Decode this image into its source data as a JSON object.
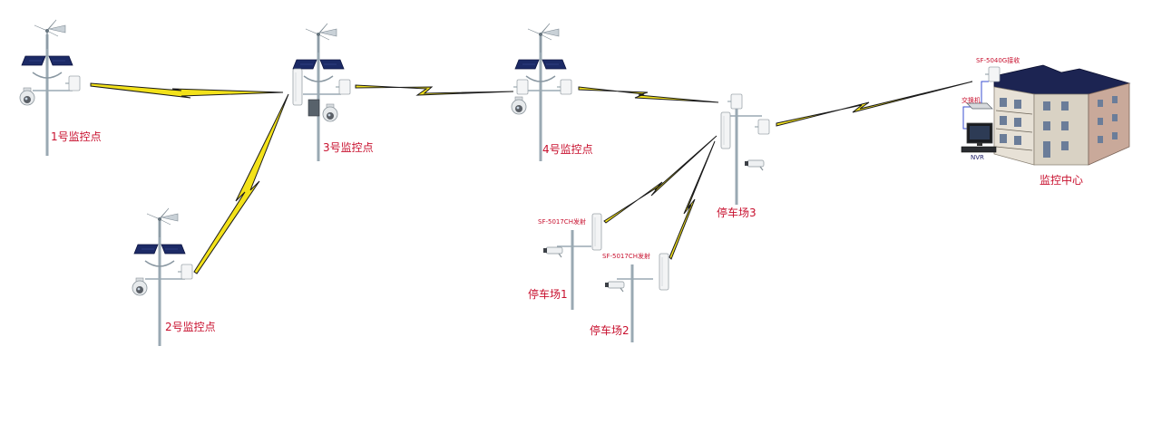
{
  "nodes": {
    "p1": "1号监控点",
    "p2": "2号监控点",
    "p3": "3号监控点",
    "p4": "4号监控点",
    "lot1": "停车场1",
    "lot2": "停车场2",
    "lot3": "停车场3",
    "center": "监控中心"
  },
  "devices": {
    "tx1": "SF-5017CH发射",
    "tx2": "SF-5017CH发射",
    "rx": "SF-5040G接收",
    "switch": "交换机",
    "nvr": "NVR"
  },
  "colors": {
    "link": "#f3e21a",
    "link_outline": "#1a1a1a",
    "label": "#c8102e",
    "pole": "#9aa9b3",
    "panel": "#1c2a66"
  },
  "icons": [
    "wind-turbine-icon",
    "solar-panel-icon",
    "dome-camera-icon",
    "bullet-camera-icon",
    "antenna-icon",
    "building-icon",
    "nvr-monitor-icon",
    "switch-icon"
  ]
}
